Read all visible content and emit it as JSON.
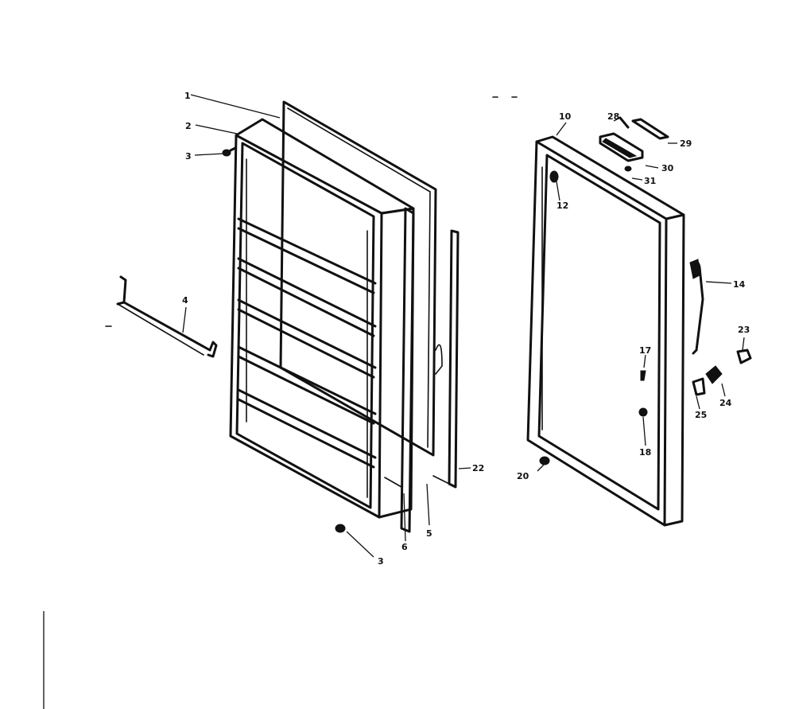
{
  "callouts": {
    "c1": "1",
    "c2": "2",
    "c3_top": "3",
    "c3_bottom": "3",
    "c4": "4",
    "c5": "5",
    "c6": "6",
    "c10": "10",
    "c12": "12",
    "c14": "14",
    "c17": "17",
    "c18": "18",
    "c20": "20",
    "c22": "22",
    "c23": "23",
    "c24": "24",
    "c25": "25",
    "c28": "28",
    "c29": "29",
    "c30": "30",
    "c31": "31"
  },
  "colors": {
    "ink": "#111111",
    "paper": "#ffffff"
  }
}
